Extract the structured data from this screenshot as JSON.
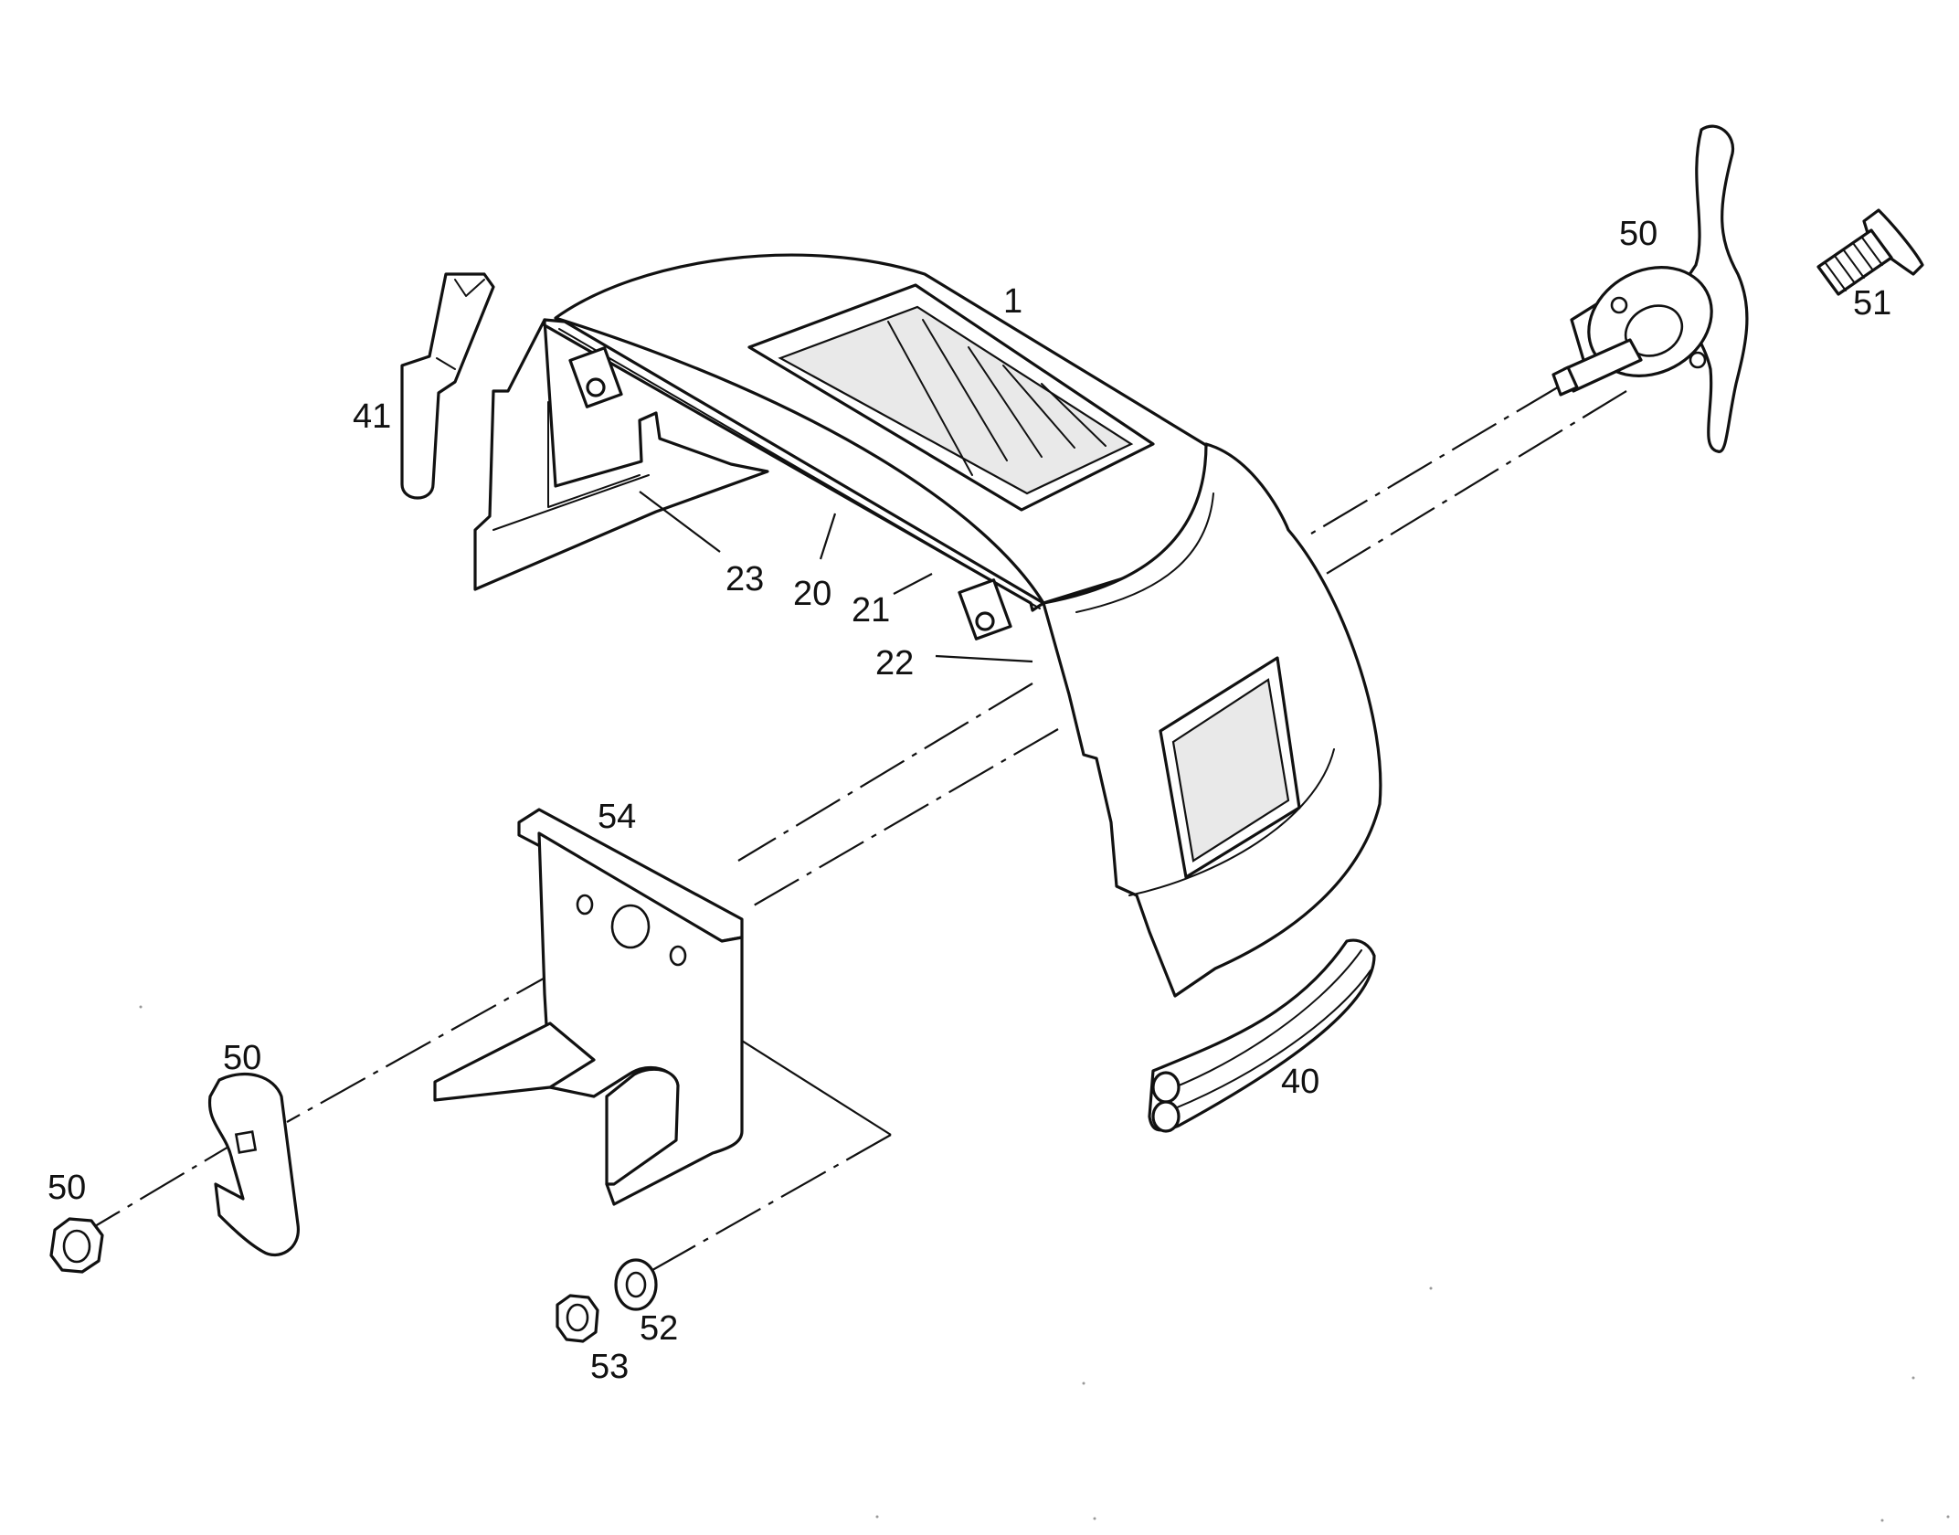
{
  "diagram": {
    "colors": {
      "line": "#111111",
      "paper": "#ffffff",
      "shade": "#e9e9e9"
    },
    "callouts": {
      "c1": "1",
      "c20": "20",
      "c21": "21",
      "c22": "22",
      "c23": "23",
      "c40": "40",
      "c41": "41",
      "c50_handle": "50",
      "c51": "51",
      "c54": "54",
      "c50_hook": "50",
      "c50_nut": "50",
      "c52": "52",
      "c53": "53"
    },
    "parts": [
      {
        "id": "1",
        "label": "hood-shell"
      },
      {
        "id": "20",
        "label": "hood-edge-line"
      },
      {
        "id": "21",
        "label": "hood-inner-edge"
      },
      {
        "id": "22",
        "label": "hood-rear-edge"
      },
      {
        "id": "23",
        "label": "hood-side-panel"
      },
      {
        "id": "40",
        "label": "edge-seal-strip"
      },
      {
        "id": "41",
        "label": "seal-profile"
      },
      {
        "id": "50",
        "label": "t-handle-latch"
      },
      {
        "id": "51",
        "label": "screw"
      },
      {
        "id": "54",
        "label": "mounting-bracket"
      },
      {
        "id": "52",
        "label": "washer"
      },
      {
        "id": "53",
        "label": "nut"
      }
    ]
  }
}
